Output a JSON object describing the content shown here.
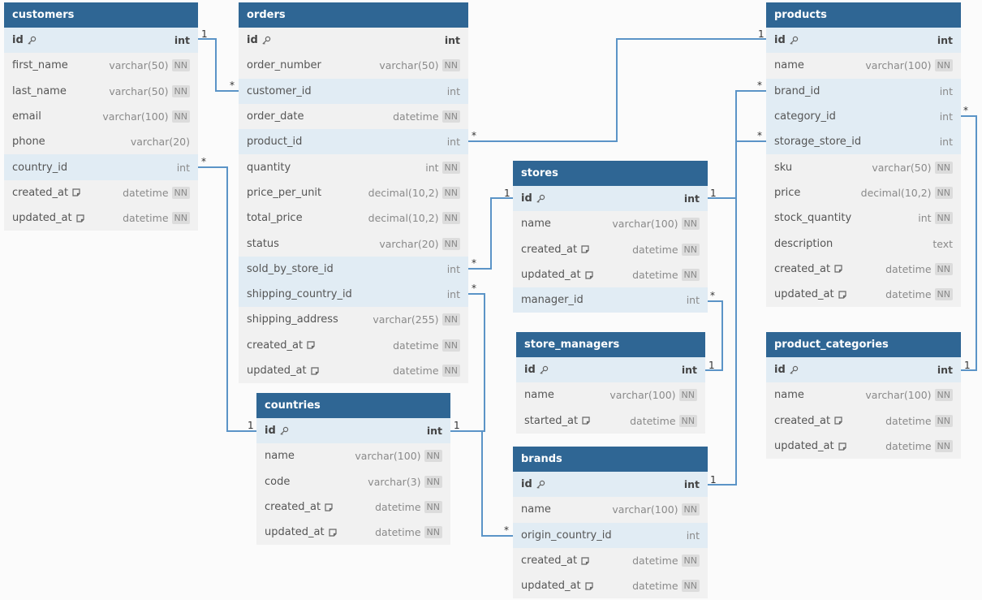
{
  "tables": {
    "customers": {
      "name": "customers",
      "fields": [
        {
          "name": "id",
          "type": "int",
          "pk": true,
          "highlight": true
        },
        {
          "name": "first_name",
          "type": "varchar(50)",
          "nn": "NN"
        },
        {
          "name": "last_name",
          "type": "varchar(50)",
          "nn": "NN"
        },
        {
          "name": "email",
          "type": "varchar(100)",
          "nn": "NN"
        },
        {
          "name": "phone",
          "type": "varchar(20)"
        },
        {
          "name": "country_id",
          "type": "int",
          "highlight": true
        },
        {
          "name": "created_at",
          "type": "datetime",
          "nn": "NN",
          "note": true
        },
        {
          "name": "updated_at",
          "type": "datetime",
          "nn": "NN",
          "note": true
        }
      ]
    },
    "orders": {
      "name": "orders",
      "fields": [
        {
          "name": "id",
          "type": "int",
          "pk": true
        },
        {
          "name": "order_number",
          "type": "varchar(50)",
          "nn": "NN"
        },
        {
          "name": "customer_id",
          "type": "int",
          "highlight": true
        },
        {
          "name": "order_date",
          "type": "datetime",
          "nn": "NN"
        },
        {
          "name": "product_id",
          "type": "int",
          "highlight": true
        },
        {
          "name": "quantity",
          "type": "int",
          "nn": "NN"
        },
        {
          "name": "price_per_unit",
          "type": "decimal(10,2)",
          "nn": "NN"
        },
        {
          "name": "total_price",
          "type": "decimal(10,2)",
          "nn": "NN"
        },
        {
          "name": "status",
          "type": "varchar(20)",
          "nn": "NN"
        },
        {
          "name": "sold_by_store_id",
          "type": "int",
          "highlight": true
        },
        {
          "name": "shipping_country_id",
          "type": "int",
          "highlight": true
        },
        {
          "name": "shipping_address",
          "type": "varchar(255)",
          "nn": "NN"
        },
        {
          "name": "created_at",
          "type": "datetime",
          "nn": "NN",
          "note": true
        },
        {
          "name": "updated_at",
          "type": "datetime",
          "nn": "NN",
          "note": true
        }
      ]
    },
    "countries": {
      "name": "countries",
      "fields": [
        {
          "name": "id",
          "type": "int",
          "pk": true,
          "highlight": true
        },
        {
          "name": "name",
          "type": "varchar(100)",
          "nn": "NN"
        },
        {
          "name": "code",
          "type": "varchar(3)",
          "nn": "NN"
        },
        {
          "name": "created_at",
          "type": "datetime",
          "nn": "NN",
          "note": true
        },
        {
          "name": "updated_at",
          "type": "datetime",
          "nn": "NN",
          "note": true
        }
      ]
    },
    "stores": {
      "name": "stores",
      "fields": [
        {
          "name": "id",
          "type": "int",
          "pk": true,
          "highlight": true
        },
        {
          "name": "name",
          "type": "varchar(100)",
          "nn": "NN"
        },
        {
          "name": "created_at",
          "type": "datetime",
          "nn": "NN",
          "note": true
        },
        {
          "name": "updated_at",
          "type": "datetime",
          "nn": "NN",
          "note": true
        },
        {
          "name": "manager_id",
          "type": "int",
          "highlight": true
        }
      ]
    },
    "store_managers": {
      "name": "store_managers",
      "fields": [
        {
          "name": "id",
          "type": "int",
          "pk": true,
          "highlight": true
        },
        {
          "name": "name",
          "type": "varchar(100)",
          "nn": "NN"
        },
        {
          "name": "started_at",
          "type": "datetime",
          "nn": "NN",
          "note": true
        }
      ]
    },
    "brands": {
      "name": "brands",
      "fields": [
        {
          "name": "id",
          "type": "int",
          "pk": true,
          "highlight": true
        },
        {
          "name": "name",
          "type": "varchar(100)",
          "nn": "NN"
        },
        {
          "name": "origin_country_id",
          "type": "int",
          "highlight": true
        },
        {
          "name": "created_at",
          "type": "datetime",
          "nn": "NN",
          "note": true
        },
        {
          "name": "updated_at",
          "type": "datetime",
          "nn": "NN",
          "note": true
        }
      ]
    },
    "products": {
      "name": "products",
      "fields": [
        {
          "name": "id",
          "type": "int",
          "pk": true,
          "highlight": true
        },
        {
          "name": "name",
          "type": "varchar(100)",
          "nn": "NN"
        },
        {
          "name": "brand_id",
          "type": "int",
          "highlight": true
        },
        {
          "name": "category_id",
          "type": "int",
          "highlight": true
        },
        {
          "name": "storage_store_id",
          "type": "int",
          "highlight": true
        },
        {
          "name": "sku",
          "type": "varchar(50)",
          "nn": "NN"
        },
        {
          "name": "price",
          "type": "decimal(10,2)",
          "nn": "NN"
        },
        {
          "name": "stock_quantity",
          "type": "int",
          "nn": "NN"
        },
        {
          "name": "description",
          "type": "text"
        },
        {
          "name": "created_at",
          "type": "datetime",
          "nn": "NN",
          "note": true
        },
        {
          "name": "updated_at",
          "type": "datetime",
          "nn": "NN",
          "note": true
        }
      ]
    },
    "product_categories": {
      "name": "product_categories",
      "fields": [
        {
          "name": "id",
          "type": "int",
          "pk": true,
          "highlight": true
        },
        {
          "name": "name",
          "type": "varchar(100)",
          "nn": "NN"
        },
        {
          "name": "created_at",
          "type": "datetime",
          "nn": "NN",
          "note": true
        },
        {
          "name": "updated_at",
          "type": "datetime",
          "nn": "NN",
          "note": true
        }
      ]
    }
  },
  "relations": [
    {
      "from": "orders.customer_id",
      "to": "customers.id",
      "from_card": "*",
      "to_card": "1"
    },
    {
      "from": "orders.product_id",
      "to": "products.id",
      "from_card": "*",
      "to_card": "1"
    },
    {
      "from": "customers.country_id",
      "to": "countries.id",
      "from_card": "*",
      "to_card": "1"
    },
    {
      "from": "orders.sold_by_store_id",
      "to": "stores.id",
      "from_card": "*",
      "to_card": "1"
    },
    {
      "from": "orders.shipping_country_id",
      "to": "countries.id",
      "from_card": "*",
      "to_card": "1"
    },
    {
      "from": "stores.manager_id",
      "to": "store_managers.id",
      "from_card": "*",
      "to_card": "1"
    },
    {
      "from": "brands.origin_country_id",
      "to": "countries.id",
      "from_card": "*",
      "to_card": "1"
    },
    {
      "from": "products.brand_id",
      "to": "brands.id",
      "from_card": "*",
      "to_card": "1"
    },
    {
      "from": "products.storage_store_id",
      "to": "stores.id",
      "from_card": "*",
      "to_card": "1"
    },
    {
      "from": "products.category_id",
      "to": "product_categories.id",
      "from_card": "*",
      "to_card": "1"
    }
  ]
}
